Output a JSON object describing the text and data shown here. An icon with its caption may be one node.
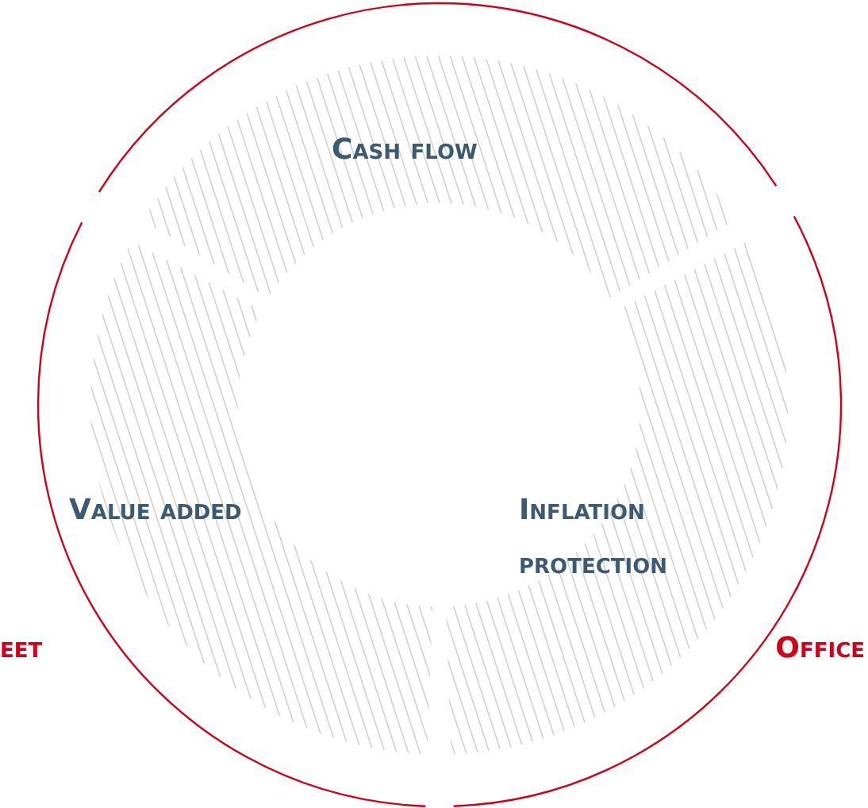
{
  "diagram": {
    "nodes": [
      {
        "text": [
          "Cash flow"
        ]
      },
      {
        "text": [
          "Inflation protection"
        ]
      },
      {
        "text": [
          "Value added"
        ]
      }
    ],
    "labels": [
      "eet",
      "Office"
    ]
  }
}
